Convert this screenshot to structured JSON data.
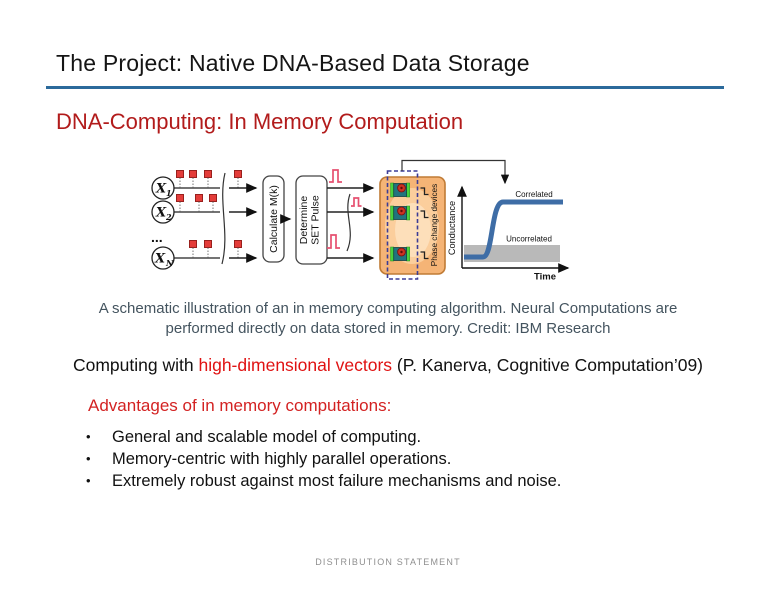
{
  "slide": {
    "title": "The Project: Native DNA-Based Data Storage",
    "section_heading": "DNA-Computing: In Memory Computation",
    "caption": {
      "line1": "A schematic illustration of an in memory computing algorithm. Neural Computations are",
      "line2": "performed directly on data stored in memory. Credit: IBM Research"
    },
    "computing_line": {
      "prefix": "Computing with ",
      "highlight": "high-dimensional vectors",
      "suffix": " (P. Kanerva, Cognitive Computation’09)"
    },
    "advantages_heading": "Advantages of in memory computations:",
    "bullets": [
      "General and scalable model of computing.",
      "Memory-centric with highly parallel operations.",
      "Extremely robust against most failure mechanisms and noise."
    ],
    "footer": "DISTRIBUTION STATEMENT"
  },
  "diagram": {
    "inputs": [
      {
        "base": "X",
        "sub": "1"
      },
      {
        "base": "X",
        "sub": "2"
      },
      {
        "base": "X",
        "sub": "N"
      }
    ],
    "ellipsis": "...",
    "calculate_box": "Calculate M(k)",
    "determine_box_line1": "Determine",
    "determine_box_line2": "SET Pulse",
    "devices_label": "Phase change devices",
    "graph": {
      "y_axis": "Conductance",
      "x_axis": "Time",
      "correlated": "Correlated",
      "uncorrelated": "Uncorrelated"
    }
  },
  "colors": {
    "title_rule_blue": "#2b6a9b",
    "section_heading_red": "#b21b1b",
    "caption_slate": "#44545f",
    "highlight_red": "#e01212",
    "advantages_red": "#d32222",
    "spike_red": "#e43d3a",
    "pulse_pink": "#e65070",
    "memory_box_orange": "#f5b476",
    "dashed_border_navy": "#3c3c96",
    "curve_blue": "#3e6da6",
    "uncorrelated_gray": "#b9b9b9",
    "footer_gray": "#8f8f8f"
  }
}
